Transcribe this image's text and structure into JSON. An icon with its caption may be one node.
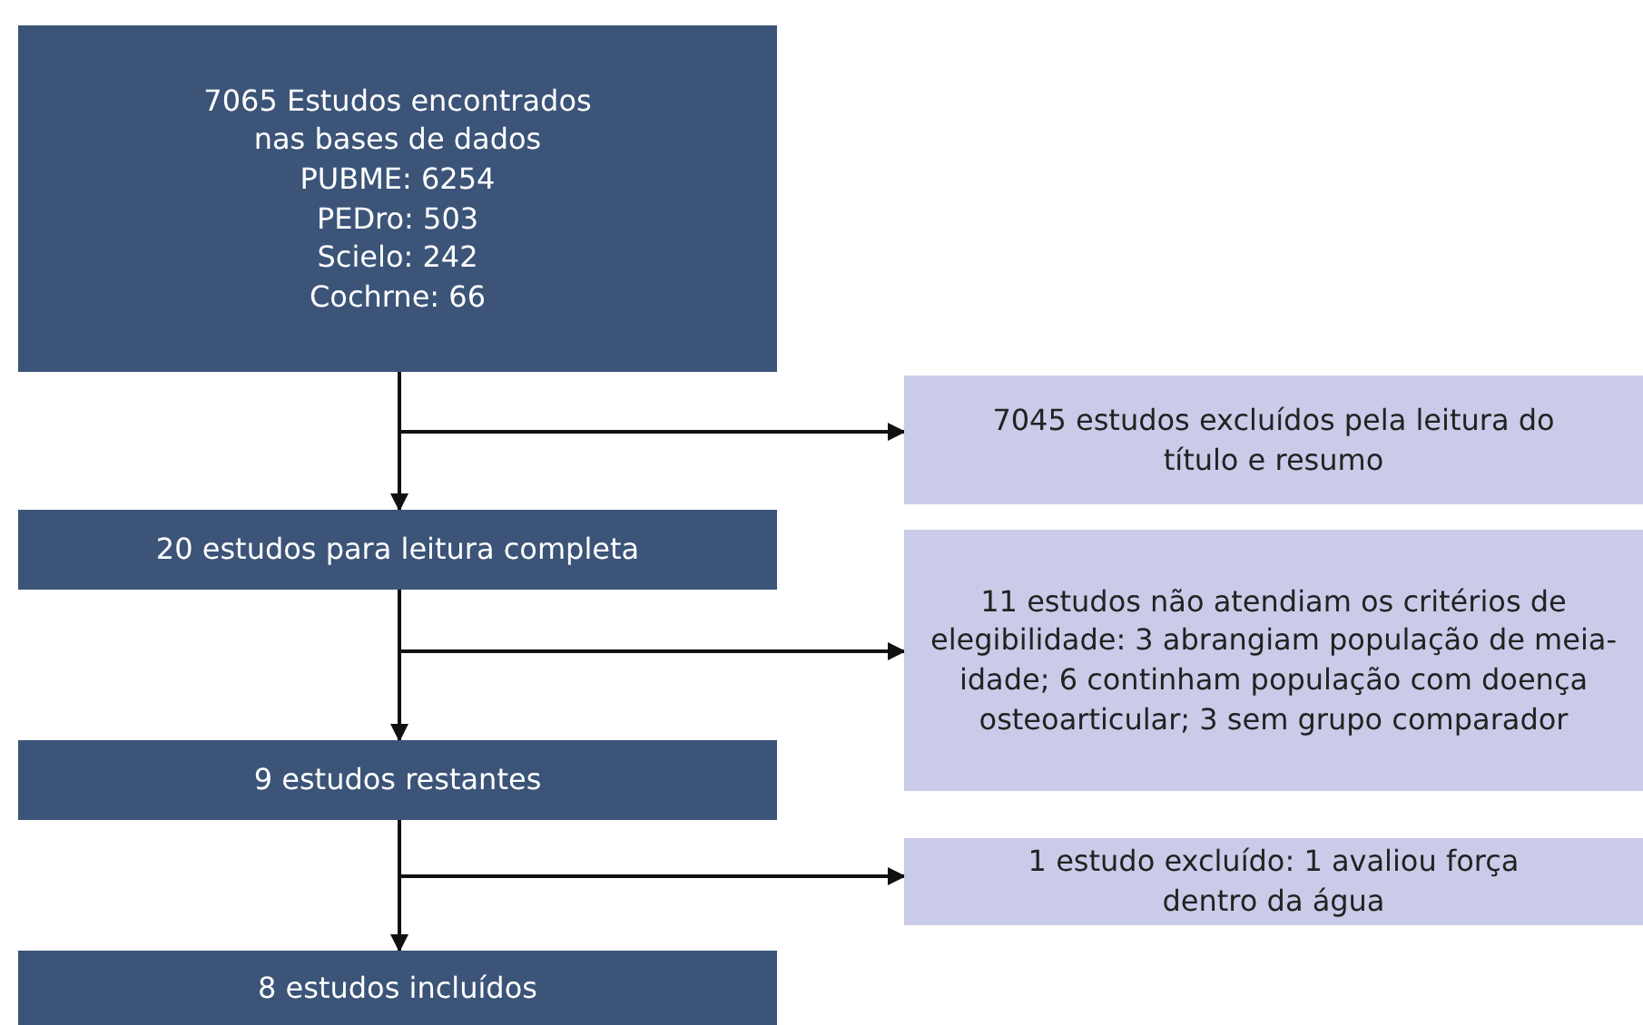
{
  "diagram": {
    "nodes": [
      {
        "text": [
          "7065 Estudos encontrados nas bases de dados",
          "PUBME: 6254",
          "PEDro: 503",
          "Scielo: 242",
          "Cochrne: 66"
        ]
      },
      {
        "text": [
          "7045 estudos excluídos pela leitura do título e resumo"
        ]
      },
      {
        "text": [
          "20 estudos para leitura completa"
        ]
      },
      {
        "text": [
          "11 estudos não atendiam os critérios de elegibilidade: 3 abrangiam população de meia-idade; 6 continham população com doença osteoarticular; 3 sem grupo comparador"
        ]
      },
      {
        "text": [
          "9 estudos restantes"
        ]
      },
      {
        "text": [
          "1 estudo excluído: 1 avaliou força dentro da água"
        ]
      },
      {
        "text": [
          "8 estudos incluídos"
        ]
      }
    ],
    "edges": [
      {
        "from": 0,
        "to": 2,
        "arrow": "to"
      },
      {
        "from": 0,
        "to": 1,
        "arrow": "to"
      },
      {
        "from": 2,
        "to": 4,
        "arrow": "to"
      },
      {
        "from": 2,
        "to": 3,
        "arrow": "to"
      },
      {
        "from": 4,
        "to": 6,
        "arrow": "to"
      },
      {
        "from": 4,
        "to": 5,
        "arrow": "to"
      }
    ]
  }
}
